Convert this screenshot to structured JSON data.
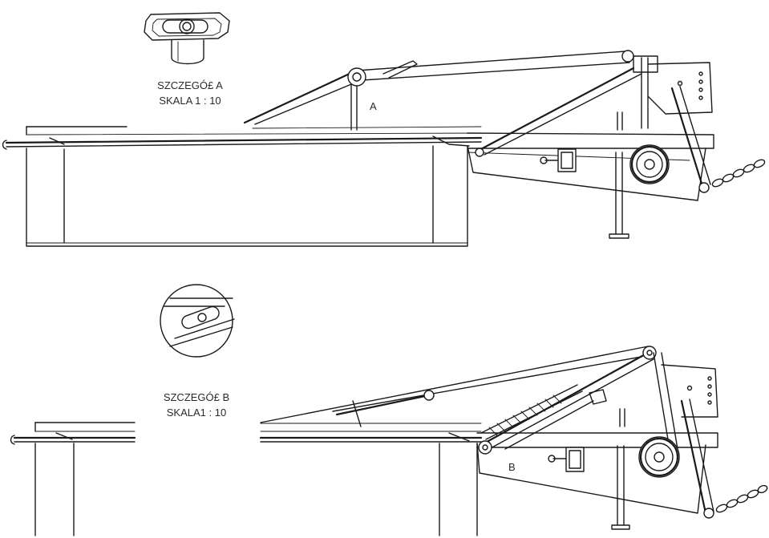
{
  "detail_a": {
    "title": "SZCZEGÓ£ A",
    "scale": "SKALA 1 : 10",
    "marker": "A"
  },
  "detail_b": {
    "title": "SZCZEGÓ£ B",
    "scale": "SKALA1 : 10",
    "marker": "B"
  }
}
